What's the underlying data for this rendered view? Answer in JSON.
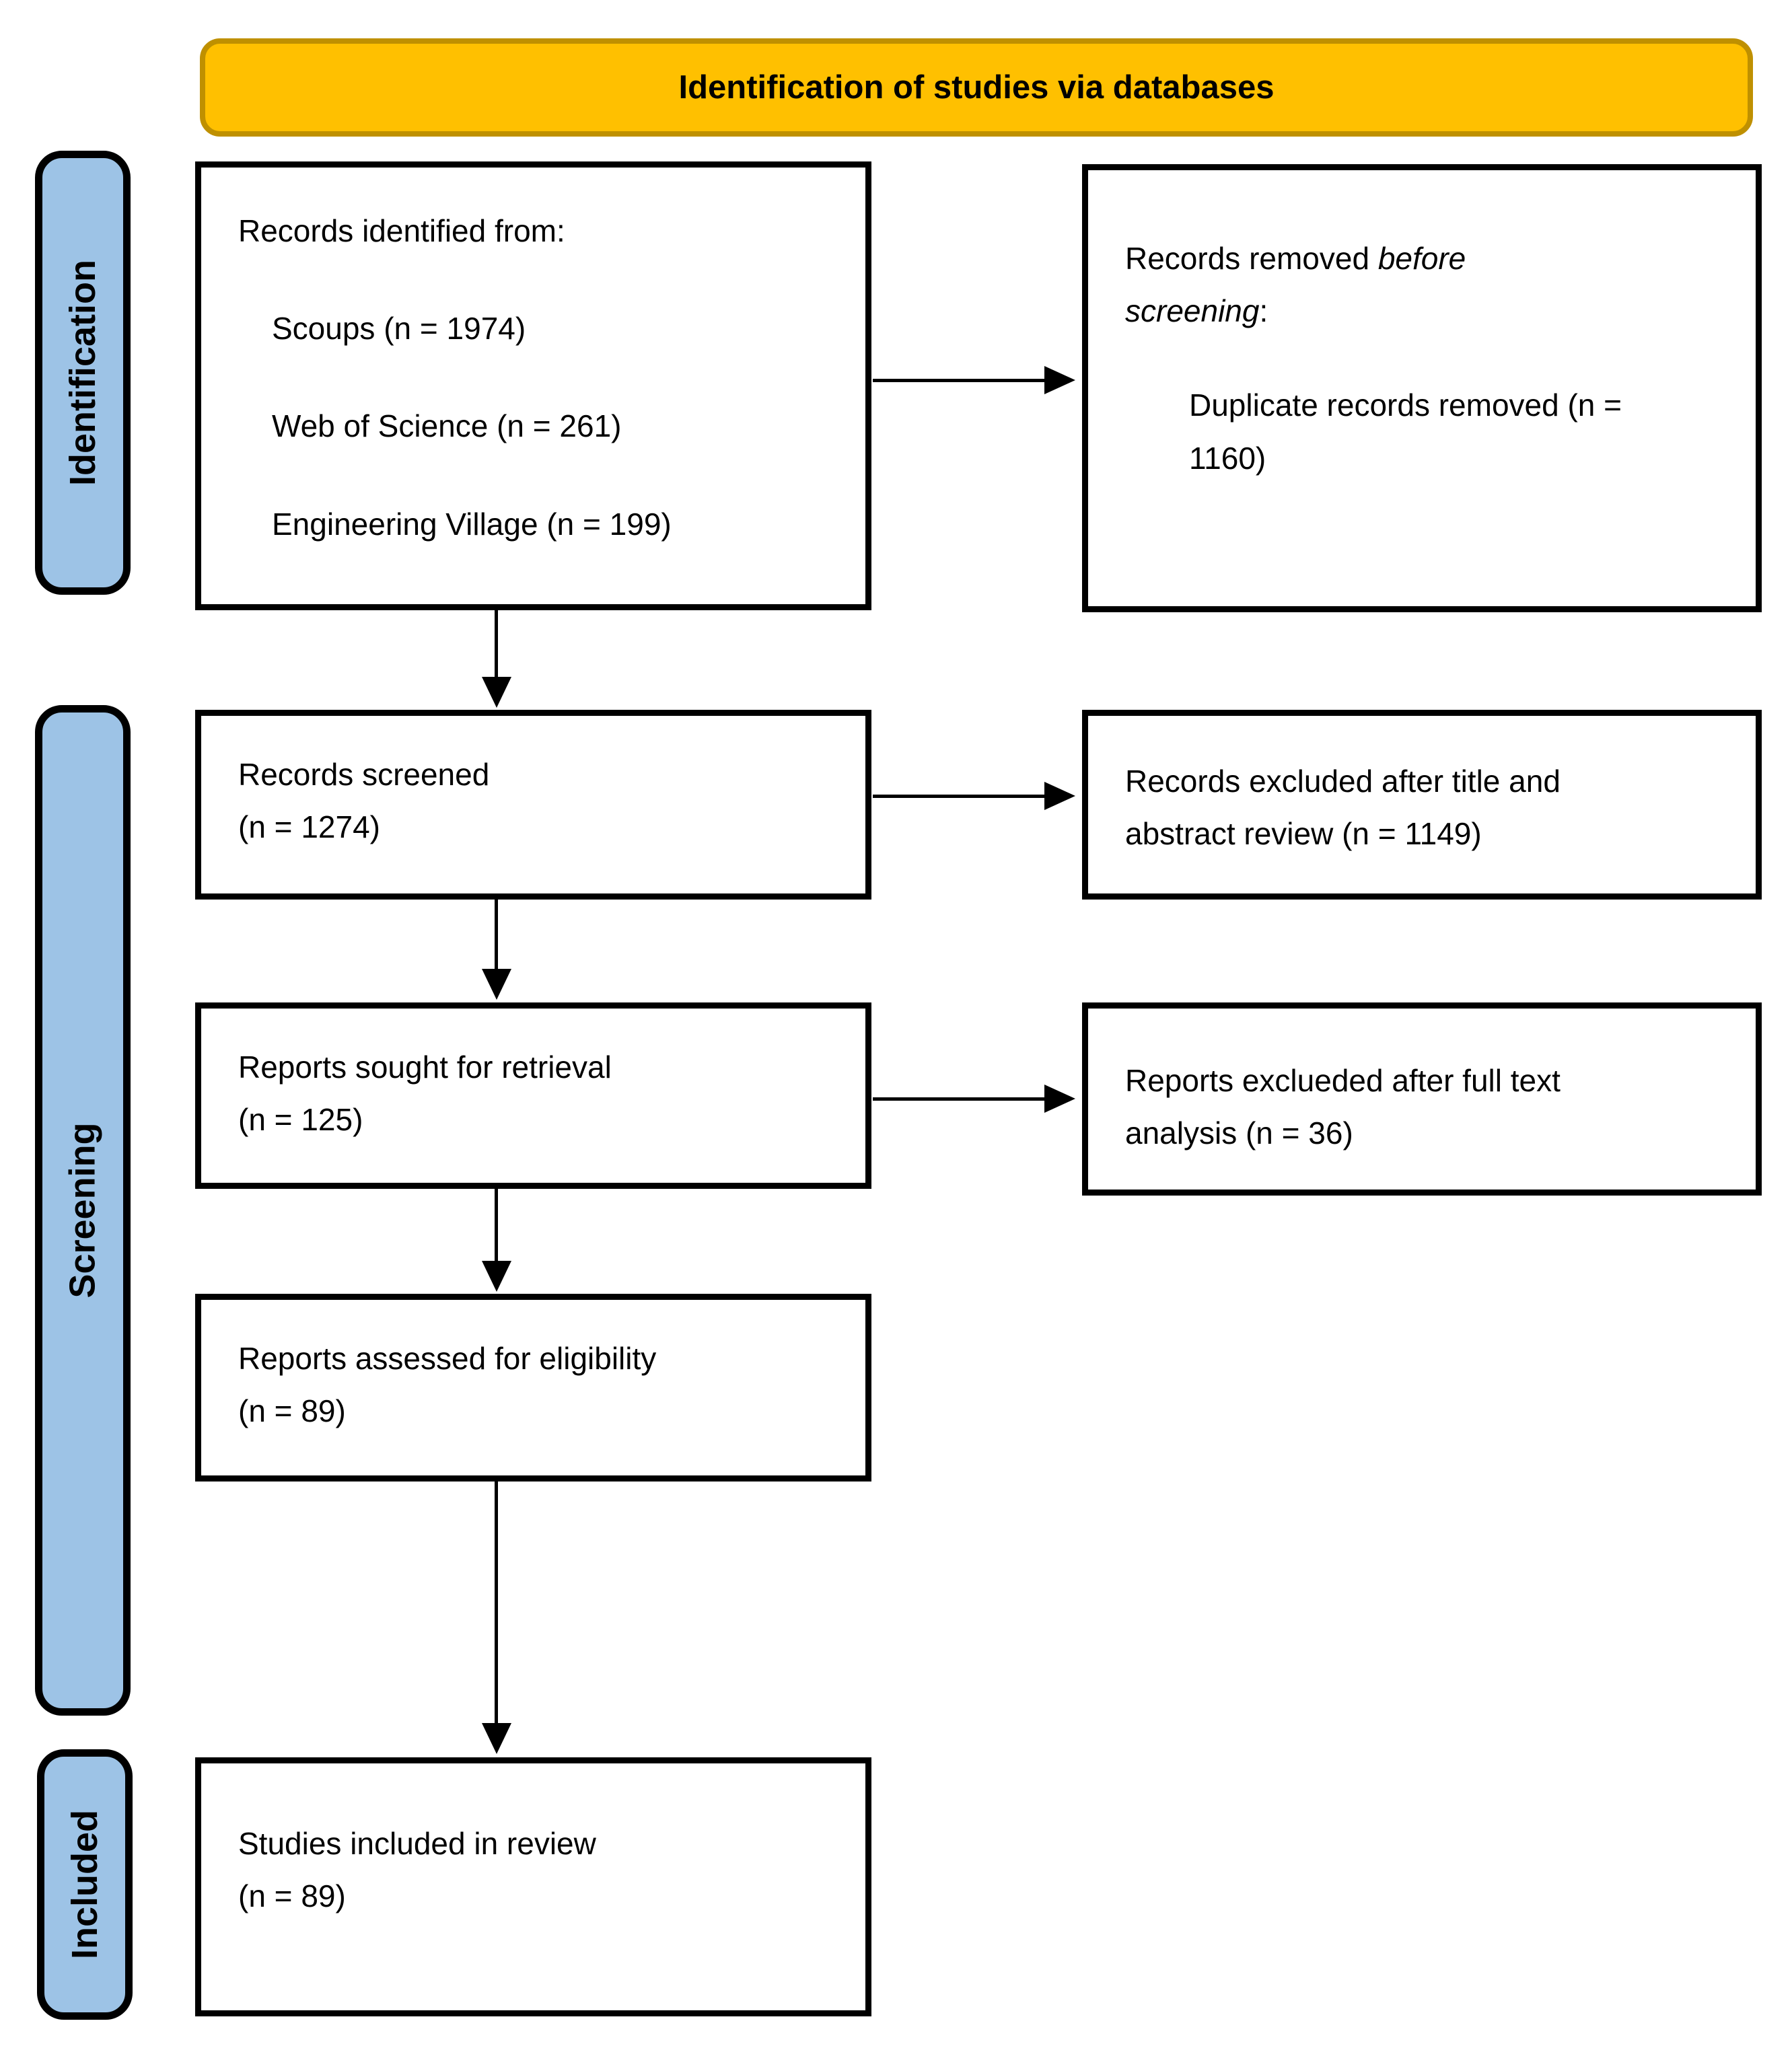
{
  "colors": {
    "banner_fill": "#FFC000",
    "banner_border": "#BF9000",
    "stage_fill": "#9DC3E6",
    "line": "#000000"
  },
  "banner": {
    "title": "Identification of studies via databases"
  },
  "stages": {
    "identification": "Identification",
    "screening": "Screening",
    "included": "Included"
  },
  "boxes": {
    "identified": {
      "heading": "Records identified from:",
      "items": [
        "Scoups (n = 1974)",
        "Web of Science (n = 261)",
        "Engineering Village (n = 199)"
      ]
    },
    "removed": {
      "prefix": "Records removed ",
      "italic": "before screening",
      "suffix": ":",
      "item": "Duplicate records removed (n = 1160)"
    },
    "screened": {
      "line1": "Records screened",
      "line2": "(n = 1274)"
    },
    "excluded_title_abstract": {
      "text": "Records excluded after title and abstract review (n = 1149)"
    },
    "sought": {
      "line1": "Reports sought for retrieval",
      "line2": "(n = 125)"
    },
    "excluded_fulltext": {
      "text": "Reports exclueded after full text analysis (n = 36)"
    },
    "assessed": {
      "line1": "Reports assessed for eligibility",
      "line2": "(n = 89)"
    },
    "included": {
      "line1": "Studies included in review",
      "line2": "(n = 89)"
    }
  }
}
